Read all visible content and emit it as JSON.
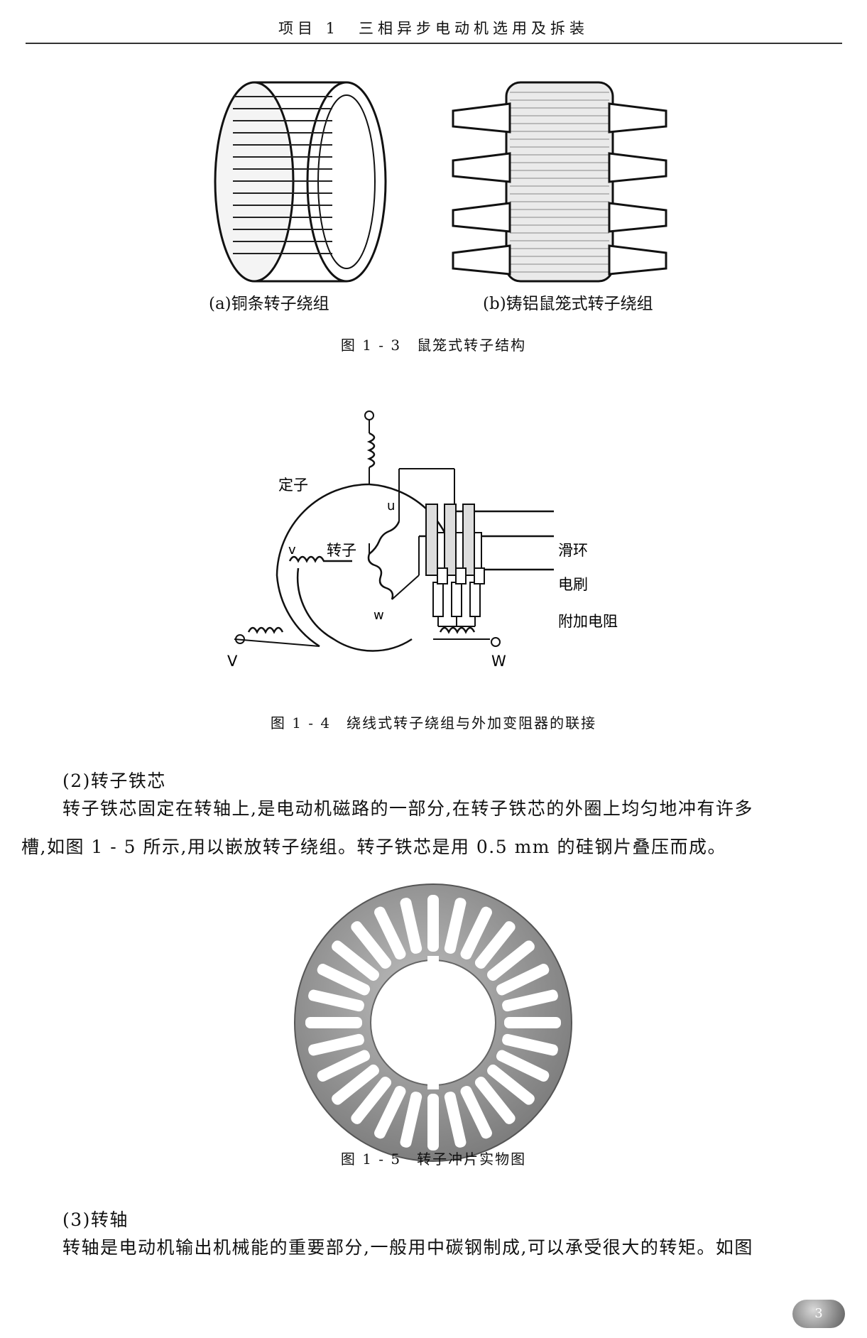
{
  "header": {
    "text": "项目 1　三相异步电动机选用及拆装"
  },
  "figure13": {
    "label_a": "(a)铜条转子绕组",
    "label_b": "(b)铸铝鼠笼式转子绕组",
    "caption": "图 1 - 3　鼠笼式转子结构"
  },
  "figure14": {
    "label_stator": "定子",
    "label_rotor": "转子",
    "label_u": "u",
    "label_v": "v",
    "label_w": "w",
    "label_V": "V",
    "label_W": "W",
    "label_slipring": "滑环",
    "label_brush": "电刷",
    "label_resistor": "附加电阻",
    "caption": "图 1 - 4　绕线式转子绕组与外加变阻器的联接"
  },
  "section2": {
    "heading": "(2)转子铁芯",
    "para_line1": "转子铁芯固定在转轴上,是电动机磁路的一部分,在转子铁芯的外圈上均匀地冲有许多",
    "para_line2": "槽,如图 1 - 5 所示,用以嵌放转子绕组。转子铁芯是用 0.5 mm 的硅钢片叠压而成。"
  },
  "figure15": {
    "caption": "图 1 - 5　转子冲片实物图"
  },
  "section3": {
    "heading": "(3)转轴",
    "para_line1": "转轴是电动机输出机械能的重要部分,一般用中碳钢制成,可以承受很大的转矩。如图"
  },
  "page_number": "3"
}
